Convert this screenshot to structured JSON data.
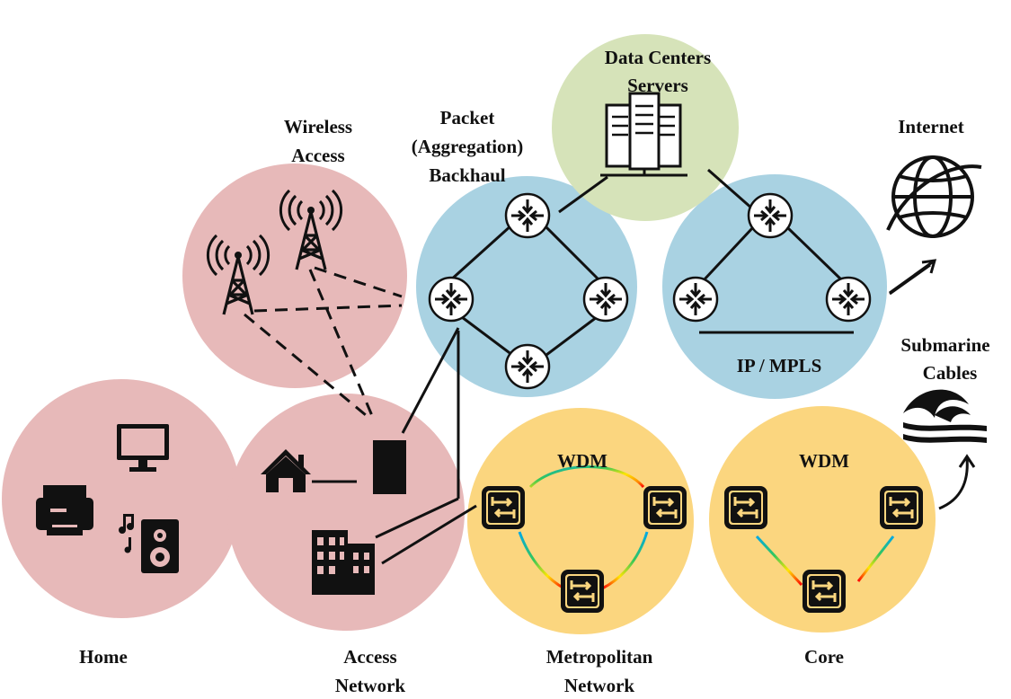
{
  "colors": {
    "home": "#e7b9b9",
    "access": "#e7b9b9",
    "wireless": "#e7b9b9",
    "packet": "#a9d2e2",
    "ip_mpls": "#a9d2e2",
    "datacenter": "#d6e3b9",
    "metro": "#fbd67f",
    "core": "#fbd67f",
    "line": "#111111",
    "rainbow": [
      "#ff0000",
      "#ff8c00",
      "#ffe600",
      "#34c759",
      "#00a8e8",
      "#2855d8"
    ]
  },
  "labels": {
    "home": "Home",
    "access": [
      "Access",
      "Network"
    ],
    "metro": [
      "Metropolitan",
      "Network"
    ],
    "core": "Core",
    "wireless": [
      "Wireless",
      "Access"
    ],
    "packet": [
      "Packet",
      "(Aggregation)",
      "Backhaul"
    ],
    "datacenter": [
      "Data Centers",
      "Servers"
    ],
    "internet": "Internet",
    "submarine": [
      "Submarine",
      "Cables"
    ],
    "ip_mpls": "IP / MPLS",
    "wdm_metro": "WDM",
    "wdm_core": "WDM"
  },
  "icons": {
    "home_devices": [
      "monitor-icon",
      "printer-icon",
      "music-notes-icon",
      "speaker-icon"
    ],
    "access": [
      "house-icon",
      "building-icon",
      "access-node-icon"
    ],
    "wireless": [
      "cell-tower-icon",
      "cell-tower-icon"
    ],
    "routers": "router-icon",
    "optical_switches": "optical-switch-icon",
    "datacenter": "server-rack-icon",
    "internet": "globe-icon",
    "submarine": "waves-icon"
  }
}
